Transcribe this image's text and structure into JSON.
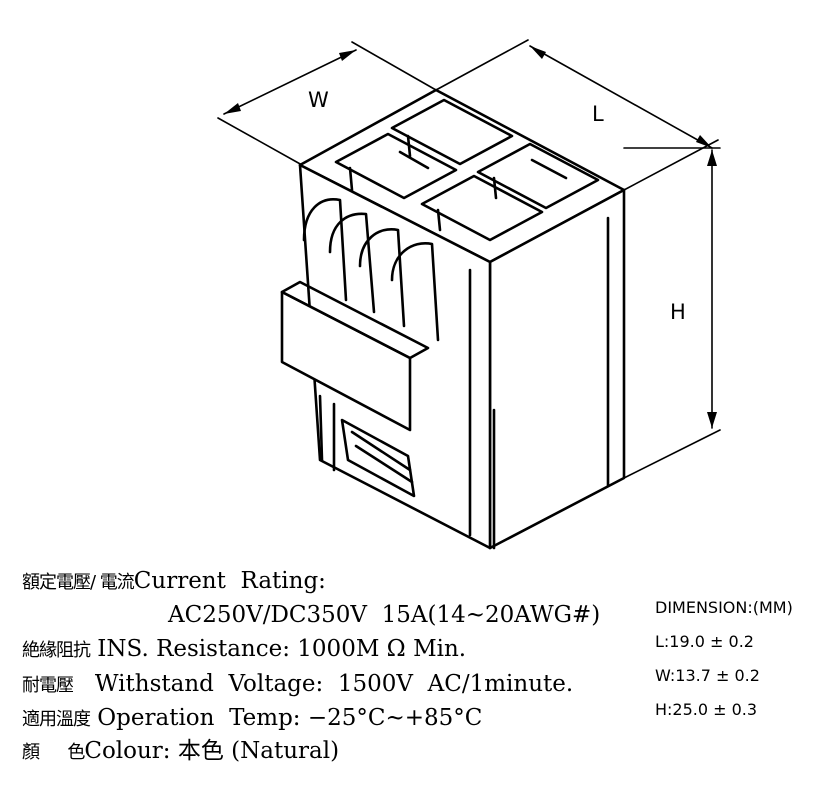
{
  "drawing": {
    "labels": {
      "w": "W",
      "l": "L",
      "h": "H"
    }
  },
  "specs": [
    {
      "cjk": "額定電壓/ 電流",
      "text": "Current  Rating:"
    },
    {
      "cjk": "",
      "text": "AC250V/DC350V  15A(14~20AWG#)"
    },
    {
      "cjk": "絶緣阻抗",
      "text": " INS. Resistance: 1000M Ω Min."
    },
    {
      "cjk": "耐電壓",
      "text": "   Withstand  Voltage:  1500V  AC/1minute."
    },
    {
      "cjk": "適用溫度",
      "text": " Operation  Temp: −25°C~+85°C"
    },
    {
      "cjk": "顏      色",
      "text": "Colour: 本色 (Natural)"
    }
  ],
  "dimensions": {
    "header": "DIMENSION:(MM)",
    "rows": [
      "L:19.0 ± 0.2",
      "W:13.7 ± 0.2",
      "H:25.0 ± 0.3"
    ]
  }
}
